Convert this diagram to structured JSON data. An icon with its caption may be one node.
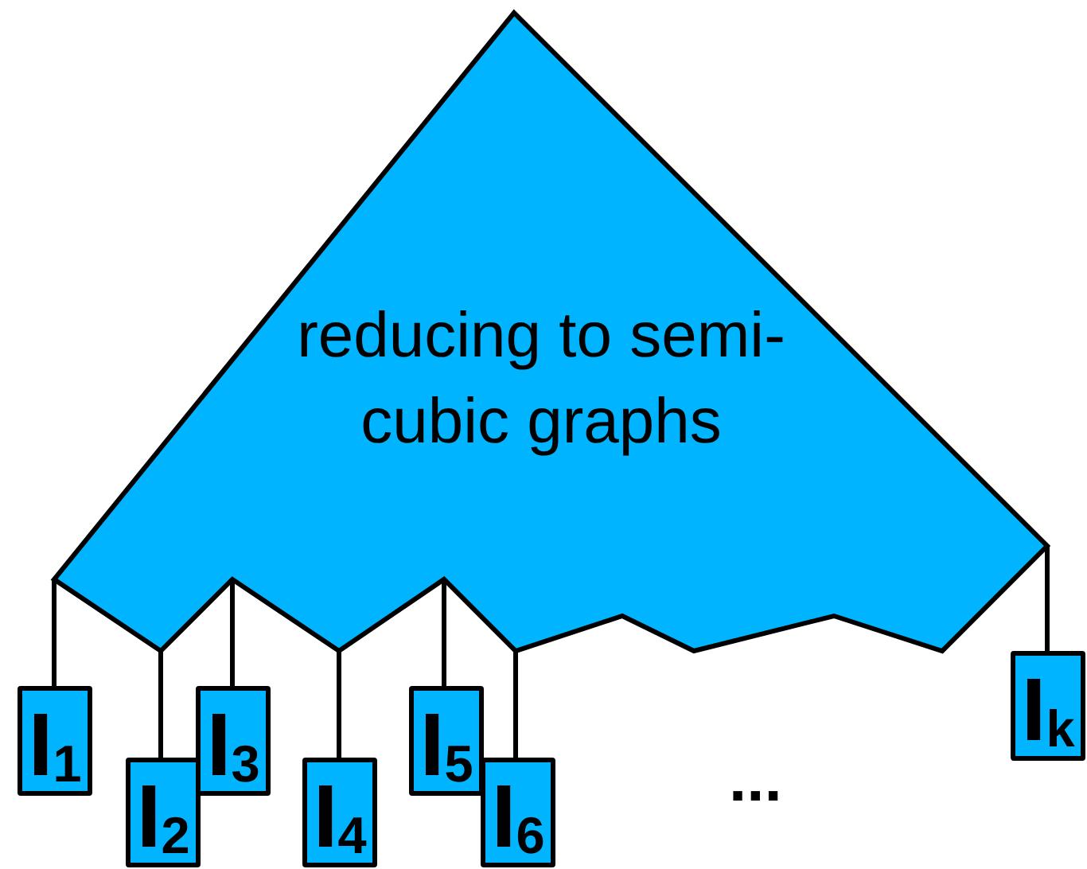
{
  "diagram": {
    "nodes": [
      {
        "text": [
          "reducing to semi-cubic graphs"
        ]
      },
      {
        "text": [
          "I$_{1}$"
        ]
      },
      {
        "text": [
          "I$_{2}$"
        ]
      },
      {
        "text": [
          "I$_{3}$"
        ]
      },
      {
        "text": [
          "I$_{4}$"
        ]
      },
      {
        "text": [
          "I$_{5}$"
        ]
      },
      {
        "text": [
          "I$_{6}$"
        ]
      },
      {
        "text": [
          "I$_{k}$"
        ]
      }
    ],
    "edges": [
      {
        "from": 0,
        "to": 1,
        "arrow": "none"
      },
      {
        "from": 0,
        "to": 2,
        "arrow": "none"
      },
      {
        "from": 0,
        "to": 3,
        "arrow": "none"
      },
      {
        "from": 0,
        "to": 4,
        "arrow": "none"
      },
      {
        "from": 0,
        "to": 5,
        "arrow": "none"
      },
      {
        "from": 0,
        "to": 6,
        "arrow": "none"
      },
      {
        "from": 0,
        "to": 7,
        "arrow": "none"
      }
    ],
    "labels": [
      "..."
    ]
  }
}
